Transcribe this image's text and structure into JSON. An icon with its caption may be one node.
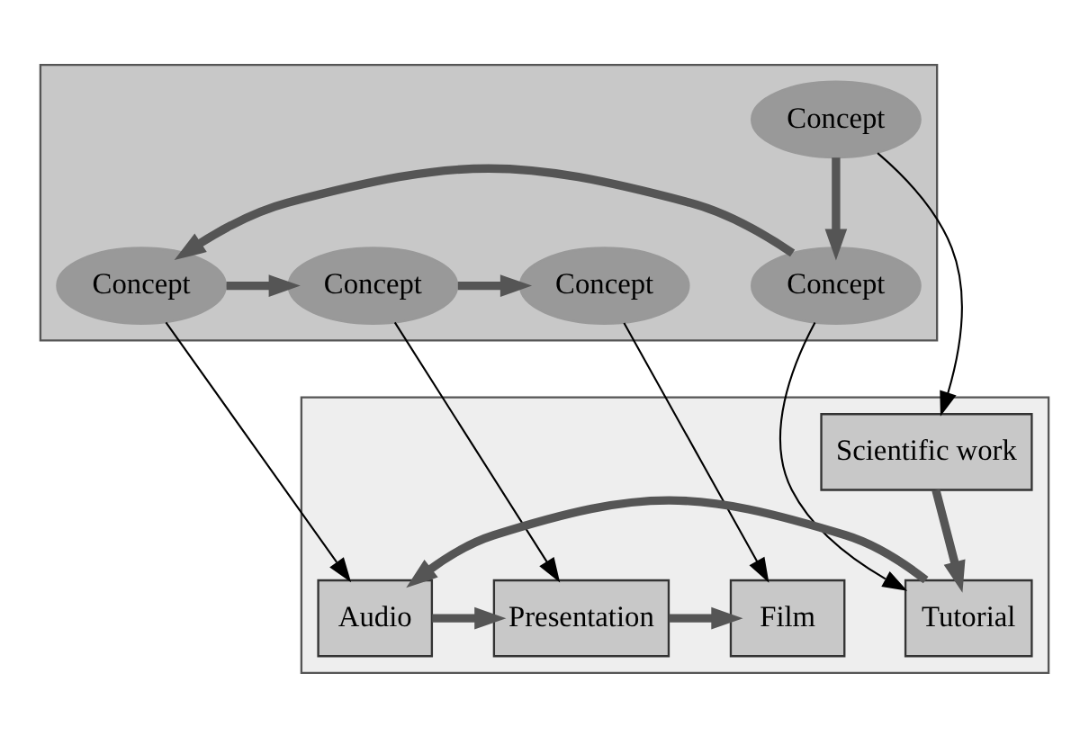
{
  "diagram": {
    "nodes": [
      {
        "text": [],
        "shape": "parallelogram"
      },
      {
        "text": [
          "Concept"
        ],
        "in": 0
      },
      {
        "text": [
          "Concept"
        ],
        "in": 0
      },
      {
        "text": [
          "Concept"
        ],
        "in": 0
      },
      {
        "text": [
          "Concept"
        ],
        "in": 0
      },
      {
        "text": [
          "Concept"
        ],
        "in": 0
      },
      {
        "text": [],
        "shape": "parallelogram"
      },
      {
        "text": [
          "Scientific work"
        ],
        "in": 6
      },
      {
        "text": [
          "Tutorial"
        ],
        "in": 6
      },
      {
        "text": [
          "Audio"
        ],
        "in": 6
      },
      {
        "text": [
          "Presentation"
        ],
        "in": 6
      },
      {
        "text": [
          "Film"
        ],
        "in": 6
      }
    ],
    "edges": [
      {
        "from": 1,
        "to": 2,
        "arrow": "to"
      },
      {
        "from": 2,
        "to": 3,
        "arrow": "to"
      },
      {
        "from": 3,
        "to": 4,
        "arrow": "to"
      },
      {
        "from": 5,
        "to": 1,
        "arrow": "to"
      },
      {
        "from": 1,
        "to": 8,
        "arrow": "to",
        "color": "#000000"
      },
      {
        "from": 5,
        "to": 7,
        "arrow": "to",
        "color": "#000000"
      },
      {
        "from": 2,
        "to": 9,
        "arrow": "to",
        "color": "#000000"
      },
      {
        "from": 3,
        "to": 10,
        "arrow": "to",
        "color": "#000000"
      },
      {
        "from": 4,
        "to": 11,
        "arrow": "to",
        "color": "#000000"
      },
      {
        "from": 7,
        "to": 8,
        "arrow": "to"
      },
      {
        "from": 8,
        "to": 9,
        "arrow": "to"
      },
      {
        "from": 9,
        "to": 10,
        "arrow": "to"
      },
      {
        "from": 10,
        "to": 11,
        "arrow": "to"
      }
    ]
  }
}
